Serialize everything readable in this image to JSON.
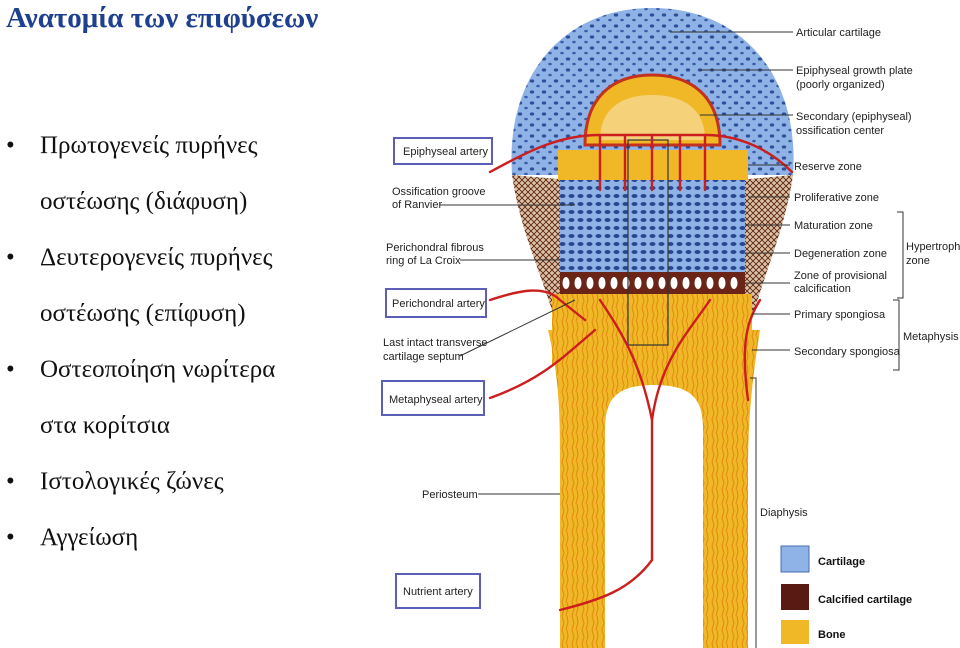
{
  "title": "Ανατομία των επιφύσεων",
  "bullets": [
    {
      "lines": [
        "Πρωτογενείς πυρήνες",
        "οστέωσης (διάφυση)"
      ]
    },
    {
      "lines": [
        "Δευτερογενείς πυρήνες",
        "οστέωσης (επίφυση)"
      ]
    },
    {
      "lines": [
        "Οστεοποίηση νωρίτερα",
        "στα κορίτσια"
      ]
    },
    {
      "lines": [
        "Ιστολογικές ζώνες"
      ]
    },
    {
      "lines": [
        "Αγγείωση"
      ]
    }
  ],
  "diagram": {
    "left_labels": {
      "epiphyseal_artery": "Epiphyseal artery",
      "groove_1": "Ossification groove",
      "groove_2": "of Ranvier",
      "ring_1": "Perichondral fibrous",
      "ring_2": "ring of La Croix",
      "perichondral_artery": "Perichondral artery",
      "septum_1": "Last intact transverse",
      "septum_2": "cartilage septum",
      "metaphyseal_artery": "Metaphyseal artery",
      "periosteum": "Periosteum",
      "nutrient_artery": "Nutrient artery"
    },
    "right_labels": {
      "articular": "Articular cartilage",
      "growth_plate_1": "Epiphyseal growth plate",
      "growth_plate_2": "(poorly organized)",
      "secondary_1": "Secondary (epiphyseal)",
      "secondary_2": "ossification center",
      "reserve": "Reserve zone",
      "proliferative": "Proliferative zone",
      "maturation": "Maturation zone",
      "degeneration": "Degeneration zone",
      "provisional_1": "Zone of provisional",
      "provisional_2": "calcification",
      "primary_spongiosa": "Primary spongiosa",
      "secondary_spongiosa": "Secondary spongiosa",
      "hypertrophic_1": "Hypertrophic",
      "hypertrophic_2": "zone",
      "metaphysis": "Metaphysis",
      "diaphysis": "Diaphysis"
    },
    "legend": [
      {
        "label": "Cartilage",
        "color": "#8fb3e6"
      },
      {
        "label": "Calcified cartilage",
        "color": "#5a1a14"
      },
      {
        "label": "Bone",
        "color": "#f0b726"
      }
    ],
    "colors": {
      "cartilage": "#8fb3e6",
      "cartilage_cells": "#2e4f9a",
      "bone": "#f0b726",
      "bone_light": "#f5d27a",
      "calcified": "#5a1a14",
      "artery": "#cc1e1e",
      "label_box": "#5b5fb8"
    }
  }
}
